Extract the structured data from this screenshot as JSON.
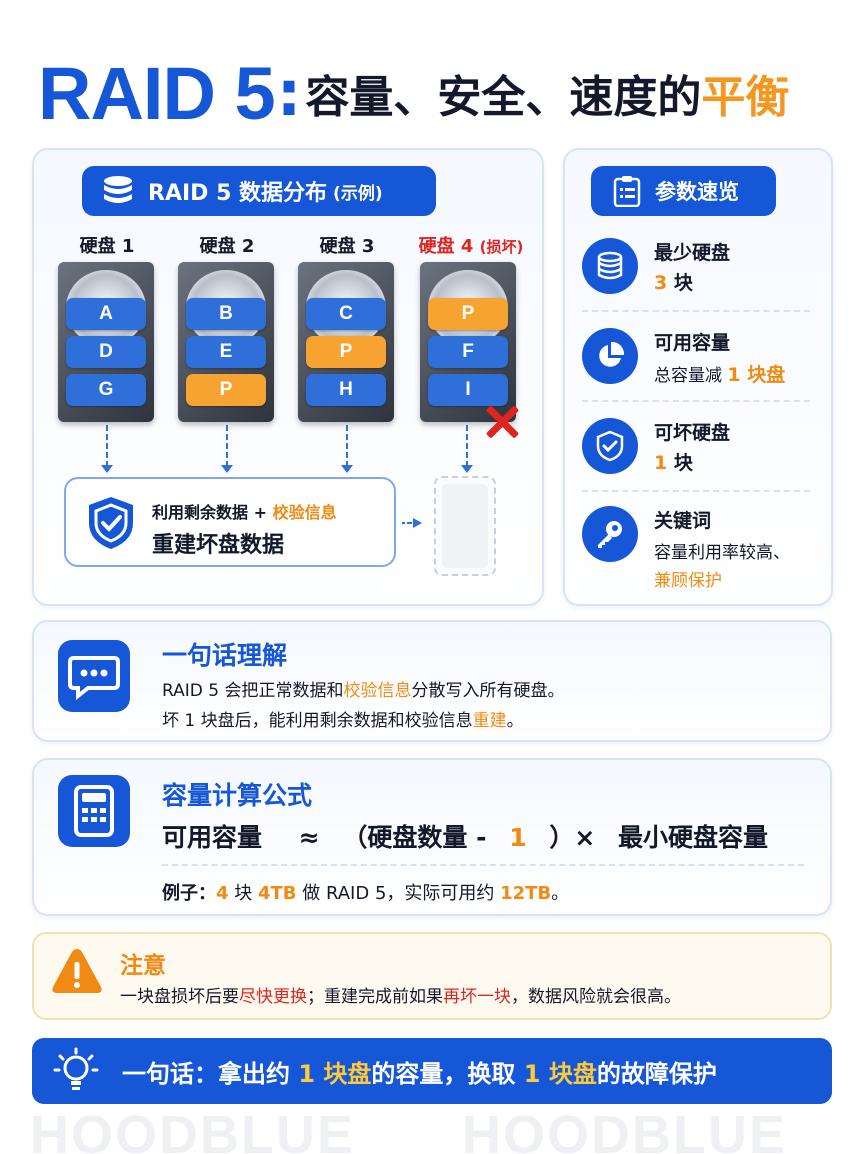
{
  "title": {
    "raid": "RAID 5",
    "colon": ":",
    "main": "容量、安全、速度的",
    "highlight": "平衡"
  },
  "distribution": {
    "header": "RAID 5 数据分布",
    "header_sub": "(示例)",
    "disks": [
      {
        "label": "硬盘 1",
        "blocks": [
          "A",
          "D",
          "G"
        ]
      },
      {
        "label": "硬盘 2",
        "blocks": [
          "B",
          "E",
          "P"
        ]
      },
      {
        "label": "硬盘 3",
        "blocks": [
          "C",
          "P",
          "H"
        ]
      },
      {
        "label": "硬盘 4",
        "label_extra": "(损坏)",
        "blocks": [
          "P",
          "F",
          "I"
        ]
      }
    ],
    "rebuild_line1_a": "利用剩余数据 + ",
    "rebuild_line1_b": "校验信息",
    "rebuild_line2": "重建坏盘数据"
  },
  "params": {
    "header": "参数速览",
    "items": [
      {
        "title": "最少硬盘",
        "value_num": "3",
        "value_unit": " 块",
        "icon": "database-icon"
      },
      {
        "title": "可用容量",
        "value_pre": "总容量减 ",
        "value_hl": "1 块盘",
        "icon": "pie-chart-icon"
      },
      {
        "title": "可坏硬盘",
        "value_num": "1",
        "value_unit": " 块",
        "icon": "shield-check-icon"
      },
      {
        "title": "关键词",
        "value_line1": "容量利用率较高、",
        "value_line2": "兼顾保护",
        "icon": "key-icon"
      }
    ]
  },
  "sentence": {
    "title": "一句话理解",
    "line1_a": "RAID 5 会把正常数据和",
    "line1_b": "校验信息",
    "line1_c": "分散写入所有硬盘。",
    "line2_a": "坏 1 块盘后，能利用剩余数据和校验信息",
    "line2_b": "重建",
    "line2_c": "。"
  },
  "formula": {
    "title": "容量计算公式",
    "left": "可用容量",
    "approx": "≈",
    "open": "（硬盘数量 -",
    "one": "1",
    "close": "）×",
    "right": "最小硬盘容量",
    "example_label": "例子：",
    "example_n": "4",
    "example_b": " 块 ",
    "example_size": "4TB",
    "example_c": " 做 RAID 5，实际可用约 ",
    "example_result": "12TB",
    "example_end": "。"
  },
  "warning": {
    "title": "注意",
    "text_a": "一块盘损坏后要",
    "text_b": "尽快更换",
    "text_c": "；重建完成前如果",
    "text_d": "再坏一块",
    "text_e": "，数据风险就会很高。"
  },
  "bottom": {
    "a": "一句话：拿出约 ",
    "b": "1 块盘",
    "c": "的容量，换取 ",
    "d": "1 块盘",
    "e": "的故障保护"
  },
  "watermark": "HOODBLUE",
  "colors": {
    "brand_blue": "#1657d8",
    "accent_orange": "#f08a12",
    "parity_orange": "#f7a332",
    "danger_red": "#e0251f"
  }
}
